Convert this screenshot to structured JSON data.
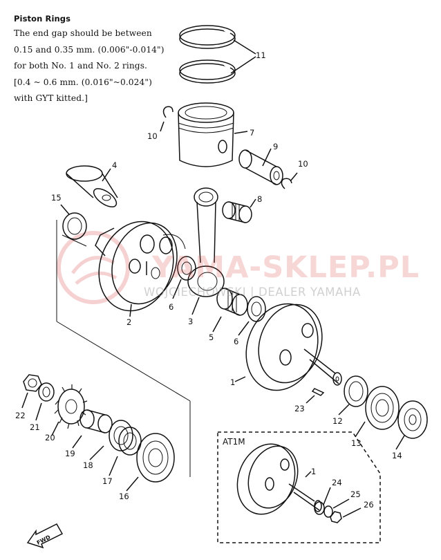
{
  "notes": {
    "title": "Piston Rings",
    "lines": [
      "The end gap should be between",
      "0.15 and 0.35 mm. (0.006\"-0.014\")",
      "for both No. 1 and No. 2 rings.",
      "[0.4 ~ 0.6 mm. (0.016\"~0.024\")",
      "with GYT kitted.]"
    ]
  },
  "watermark": {
    "main": "YAMA-SKLEP.PL",
    "sub": "WOJCIECHOWSKI | DEALER YAMAHA"
  },
  "callouts": {
    "n1": "1",
    "n1b": "1",
    "n2": "2",
    "n3": "3",
    "n4": "4",
    "n5": "5",
    "n6a": "6",
    "n6b": "6",
    "n7": "7",
    "n8": "8",
    "n9": "9",
    "n10a": "10",
    "n10b": "10",
    "n11": "11",
    "n12": "12",
    "n13": "13",
    "n14": "14",
    "n15": "15",
    "n16": "16",
    "n17": "17",
    "n18": "18",
    "n19": "19",
    "n20": "20",
    "n21": "21",
    "n22": "22",
    "n23": "23",
    "n24": "24",
    "n25": "25",
    "n26": "26"
  },
  "variant_box": {
    "label": "AT1M"
  },
  "fwd_arrow": {
    "label": "FWD"
  },
  "colors": {
    "ink": "#111111",
    "paper": "#ffffff",
    "watermark_red": "#dc4646"
  }
}
